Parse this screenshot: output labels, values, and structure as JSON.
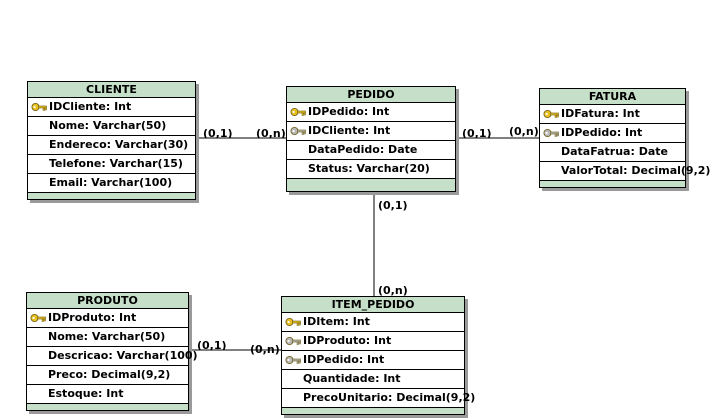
{
  "entities": {
    "cliente": {
      "name": "CLIENTE",
      "fields": [
        "IDCliente: Int",
        "Nome: Varchar(50)",
        "Endereco: Varchar(30)",
        "Telefone: Varchar(15)",
        "Email: Varchar(100)"
      ]
    },
    "pedido": {
      "name": "PEDIDO",
      "fields": [
        "IDPedido: Int",
        "IDCliente: Int",
        "DataPedido: Date",
        "Status: Varchar(20)"
      ]
    },
    "fatura": {
      "name": "FATURA",
      "fields": [
        "IDFatura: Int",
        "IDPedido: Int",
        "DataFatrua: Date",
        "ValorTotal: Decimal(9,2)"
      ]
    },
    "produto": {
      "name": "PRODUTO",
      "fields": [
        "IDProduto: Int",
        "Nome: Varchar(50)",
        "Descricao: Varchar(100)",
        "Preco: Decimal(9,2)",
        "Estoque: Int"
      ]
    },
    "item_pedido": {
      "name": "ITEM_PEDIDO",
      "fields": [
        "IDItem: Int",
        "IDProduto: Int",
        "IDPedido: Int",
        "Quantidade: Int",
        "PrecoUnitario: Decimal(9,2)"
      ]
    }
  },
  "relationships": [
    {
      "from": "cliente",
      "to": "pedido",
      "from_card": "(0,1)",
      "to_card": "(0,n)"
    },
    {
      "from": "pedido",
      "to": "fatura",
      "from_card": "(0,1)",
      "to_card": "(0,n)"
    },
    {
      "from": "pedido",
      "to": "item_pedido",
      "from_card": "(0,1)",
      "to_card": "(0,n)"
    },
    {
      "from": "produto",
      "to": "item_pedido",
      "from_card": "(0,1)",
      "to_card": "(0,n)"
    }
  ],
  "colors": {
    "header": "#c6dfc8",
    "primary_key": "#e8c020",
    "foreign_key": "#b8b8b8"
  }
}
